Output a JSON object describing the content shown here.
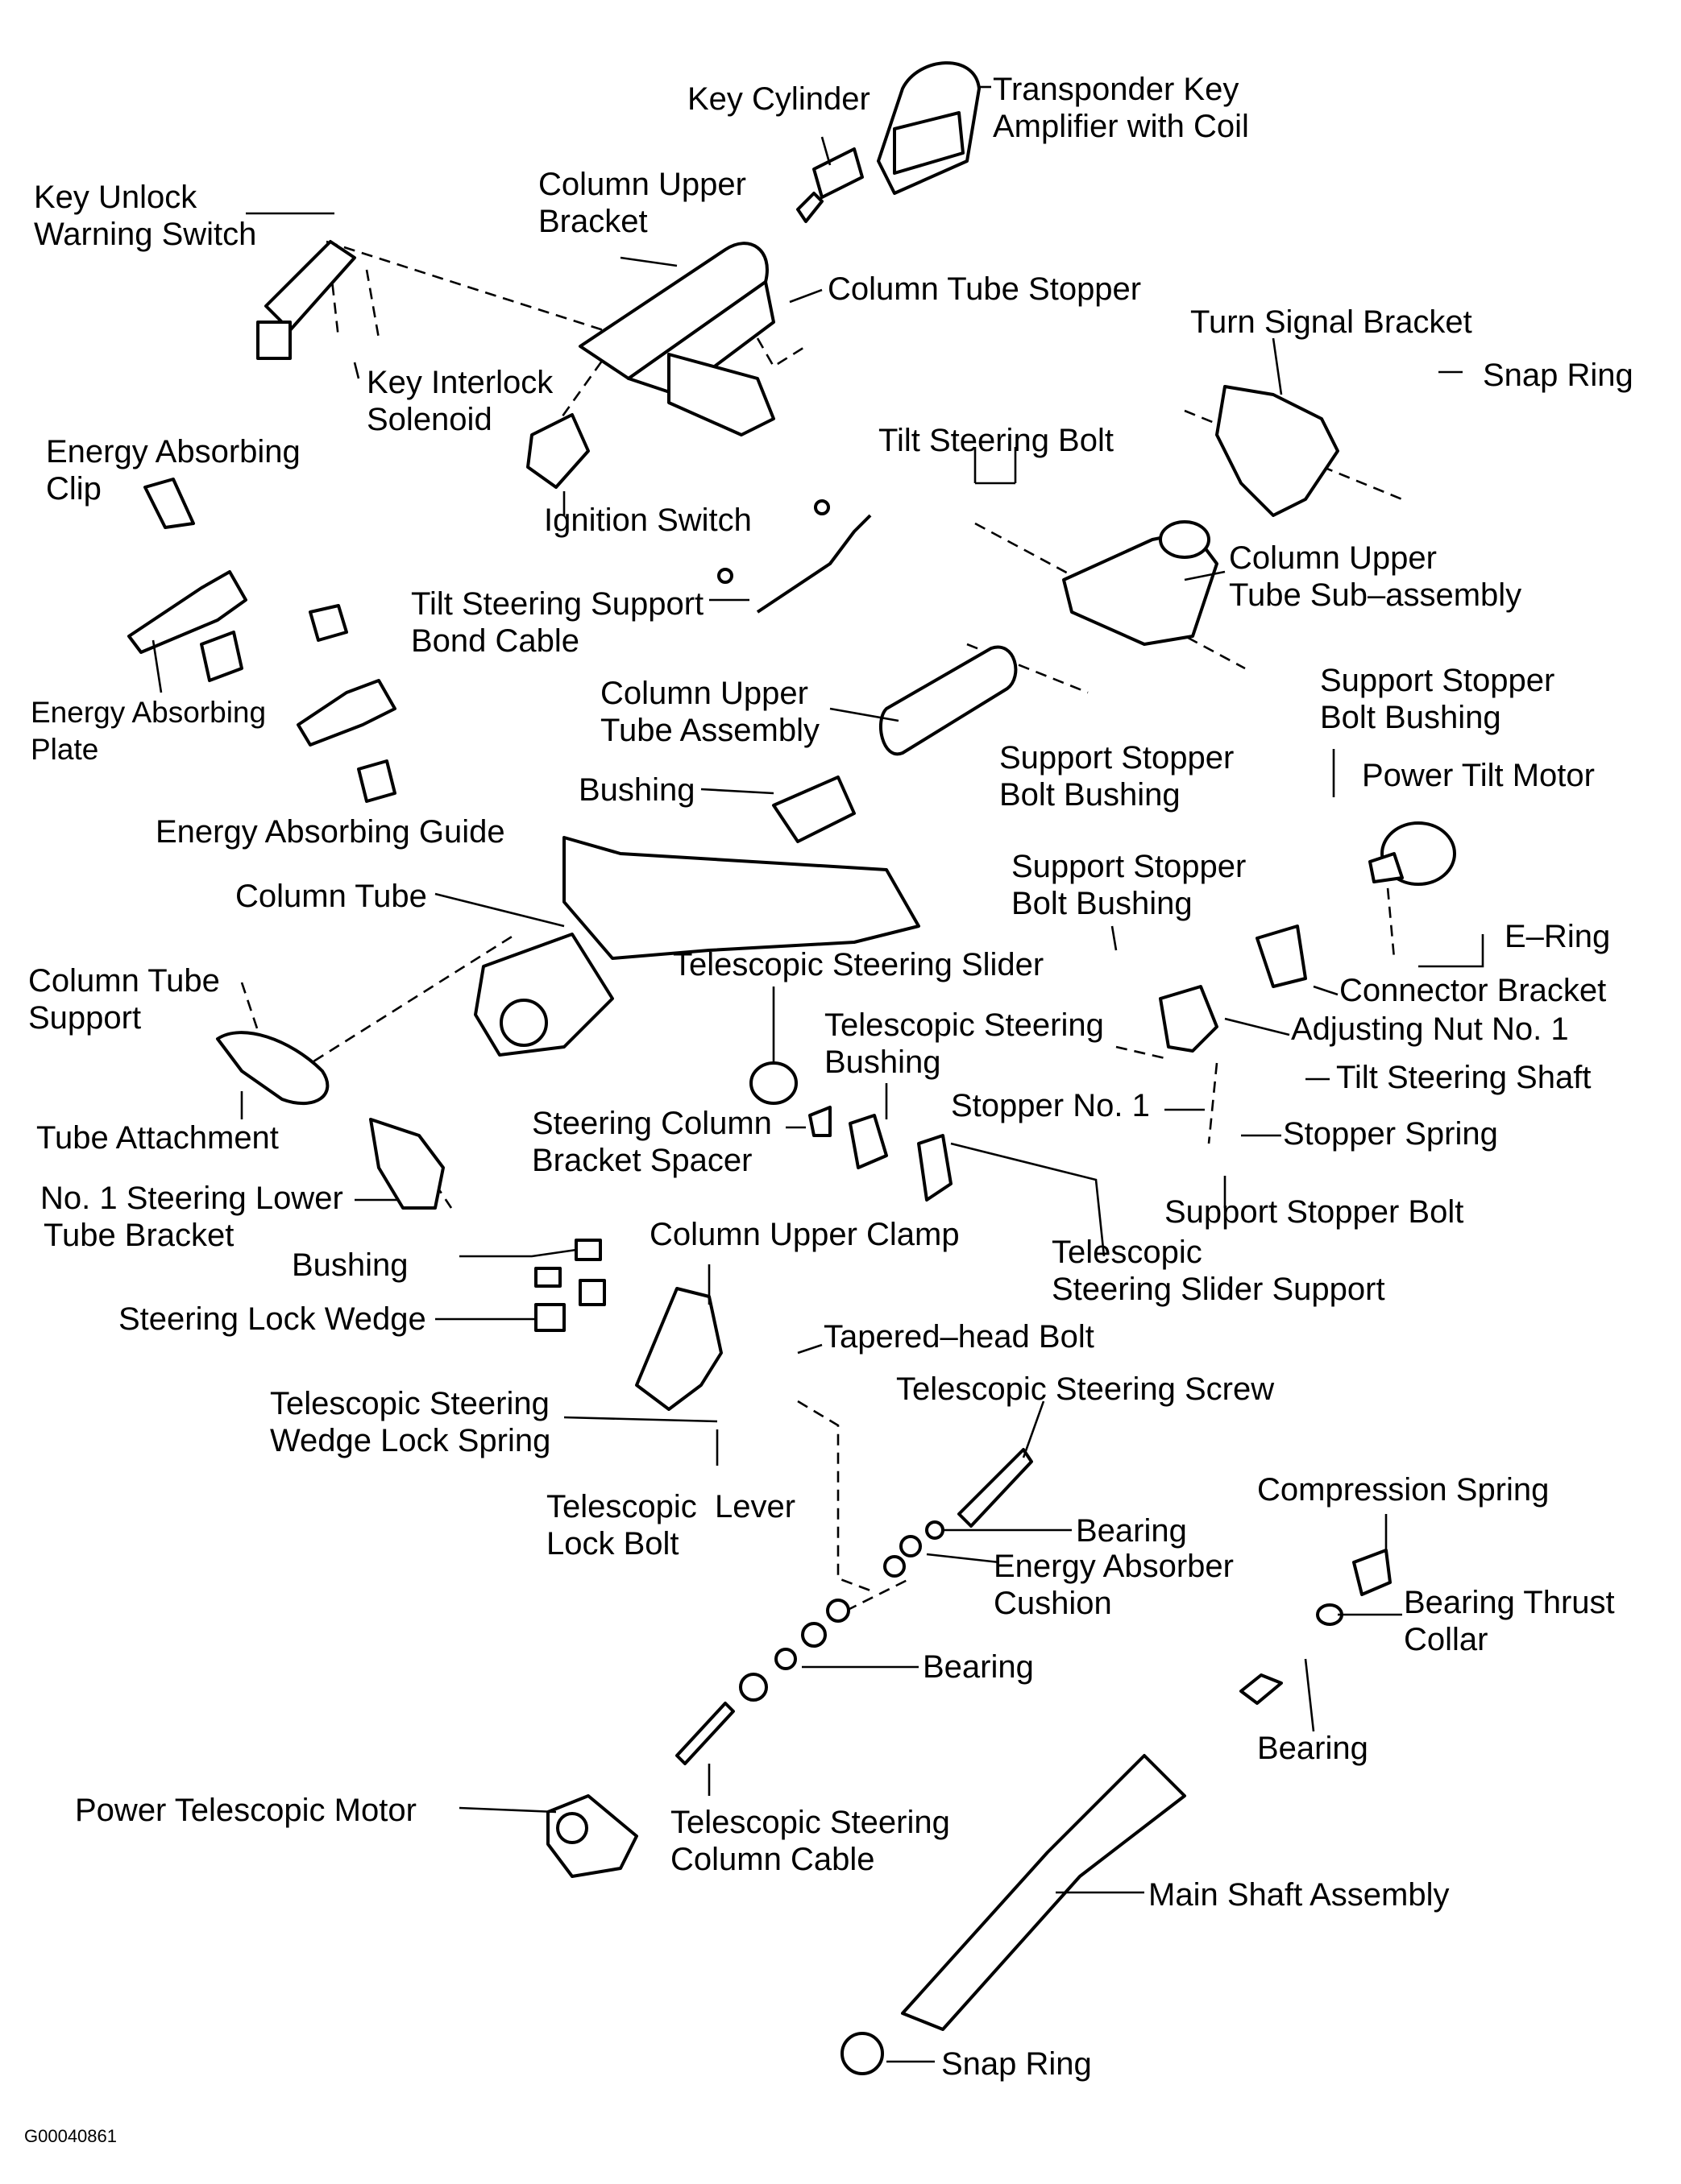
{
  "labels": {
    "key_cylinder": [
      "Key Cylinder"
    ],
    "transponder": [
      "Transponder Key",
      "Amplifier with Coil"
    ],
    "key_unlock": [
      "Key Unlock",
      "Warning Switch"
    ],
    "column_upper_bracket": [
      "Column Upper",
      "Bracket"
    ],
    "column_tube_stopper": [
      "Column Tube Stopper"
    ],
    "turn_signal_bracket": [
      "Turn Signal Bracket"
    ],
    "snap_ring_top": [
      "Snap Ring"
    ],
    "key_interlock": [
      "Key Interlock",
      "Solenoid"
    ],
    "energy_clip": [
      "Energy Absorbing",
      "Clip"
    ],
    "tilt_steering_bolt": [
      "Tilt Steering Bolt"
    ],
    "ignition_switch": [
      "Ignition Switch"
    ],
    "column_upper_tube_sub": [
      "Column Upper",
      "Tube Sub–assembly"
    ],
    "tilt_support_cable": [
      "Tilt Steering Support",
      "Bond Cable"
    ],
    "energy_plate": [
      "Energy Absorbing",
      "Plate"
    ],
    "column_upper_tube_assy": [
      "Column Upper",
      "Tube Assembly"
    ],
    "support_stopper_bushing_1": [
      "Support Stopper",
      "Bolt Bushing"
    ],
    "support_stopper_bushing_2": [
      "Support Stopper",
      "Bolt Bushing"
    ],
    "power_tilt_motor": [
      "Power Tilt Motor"
    ],
    "bushing_1": [
      "Bushing"
    ],
    "energy_guide": [
      "Energy Absorbing Guide"
    ],
    "support_stopper_bushing_3": [
      "Support Stopper",
      "Bolt Bushing"
    ],
    "column_tube": [
      "Column Tube"
    ],
    "e_ring": [
      "E–Ring"
    ],
    "column_tube_support": [
      "Column Tube",
      "Support"
    ],
    "telescopic_slider": [
      "Telescopic Steering Slider"
    ],
    "connector_bracket": [
      "Connector Bracket"
    ],
    "adjusting_nut": [
      "Adjusting Nut No. 1"
    ],
    "telescopic_bushing": [
      "Telescopic Steering",
      "Bushing"
    ],
    "tilt_shaft": [
      "Tilt Steering Shaft"
    ],
    "stopper_no1": [
      "Stopper No. 1"
    ],
    "stopper_spring": [
      "Stopper Spring"
    ],
    "tube_attachment": [
      "Tube Attachment"
    ],
    "spacer": [
      "Steering Column",
      "Bracket Spacer"
    ],
    "no1_lower_bracket": [
      "No. 1 Steering Lower",
      "Tube Bracket"
    ],
    "support_stopper_bolt": [
      "Support Stopper Bolt"
    ],
    "column_upper_clamp": [
      "Column Upper Clamp"
    ],
    "slider_support": [
      "Telescopic",
      "Steering Slider Support"
    ],
    "bushing_2": [
      "Bushing"
    ],
    "lock_wedge": [
      "Steering Lock Wedge"
    ],
    "tapered_bolt": [
      "Tapered–head Bolt"
    ],
    "telescopic_screw": [
      "Telescopic Steering Screw"
    ],
    "wedge_lock_spring": [
      "Telescopic Steering",
      "Wedge Lock Spring"
    ],
    "lever_lock_bolt": [
      "Telescopic  Lever",
      "Lock Bolt"
    ],
    "compression_spring": [
      "Compression Spring"
    ],
    "bearing_1": [
      "Bearing"
    ],
    "energy_cushion": [
      "Energy Absorber",
      "Cushion"
    ],
    "bearing_thrust": [
      "Bearing Thrust",
      "Collar"
    ],
    "bearing_2": [
      "Bearing"
    ],
    "bearing_3": [
      "Bearing"
    ],
    "power_telescopic_motor": [
      "Power Telescopic Motor"
    ],
    "telescopic_cable": [
      "Telescopic Steering",
      "Column Cable"
    ],
    "main_shaft": [
      "Main Shaft Assembly"
    ],
    "snap_ring_bottom": [
      "Snap Ring"
    ]
  },
  "figure_code": "G00040861"
}
